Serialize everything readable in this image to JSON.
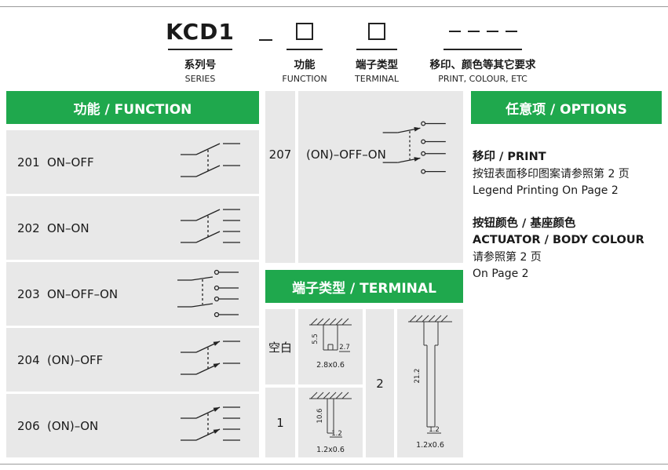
{
  "ordering": {
    "series_code": "KCD1",
    "series_label_cn": "系列号",
    "series_label_en": "SERIES",
    "function_label_cn": "功能",
    "function_label_en": "FUNCTION",
    "terminal_label_cn": "端子类型",
    "terminal_label_en": "TERMINAL",
    "options_label_cn": "移印、颜色等其它要求",
    "options_label_en": "PRINT, COLOUR, ETC"
  },
  "function_panel": {
    "header": "功能 / FUNCTION",
    "rows": [
      {
        "code": "201",
        "label": "ON–OFF",
        "symbol": "dpst-on-off-symbol"
      },
      {
        "code": "202",
        "label": "ON–ON",
        "symbol": "dpdt-on-on-symbol"
      },
      {
        "code": "203",
        "label": "ON–OFF–ON",
        "symbol": "dpdt-on-off-on-symbol"
      },
      {
        "code": "204",
        "label": "(ON)–OFF",
        "symbol": "momentary-on-off-symbol"
      },
      {
        "code": "206",
        "label": "(ON)–ON",
        "symbol": "momentary-on-on-symbol"
      }
    ]
  },
  "extra_function": {
    "code": "207",
    "label": "(ON)–OFF–ON",
    "symbol": "momentary-on-off-on-symbol"
  },
  "terminal_panel": {
    "header": "端子类型 / TERMINAL",
    "cells": [
      {
        "code": "空白",
        "length": "5.5",
        "width": "2.7",
        "size": "2.8x0.6"
      },
      {
        "code": "1",
        "length": "10.6",
        "width": "1.2",
        "size": "1.2x0.6"
      },
      {
        "code": "2",
        "length": "21.2",
        "width": "1.2",
        "size": "1.2x0.6"
      }
    ]
  },
  "options_panel": {
    "header": "任意项 / OPTIONS",
    "print_title": "移印 / PRINT",
    "print_line1": "按钮表面移印图案请参照第 2 页",
    "print_line2": "Legend Printing On Page 2",
    "colour_title1": "按钮颜色 / 基座颜色",
    "colour_title2": "ACTUATOR / BODY COLOUR",
    "colour_line1": "请参照第 2 页",
    "colour_line2": "On Page 2"
  },
  "colors": {
    "header_green": "#1fa84d",
    "panel_gray": "#e8e8e8"
  }
}
